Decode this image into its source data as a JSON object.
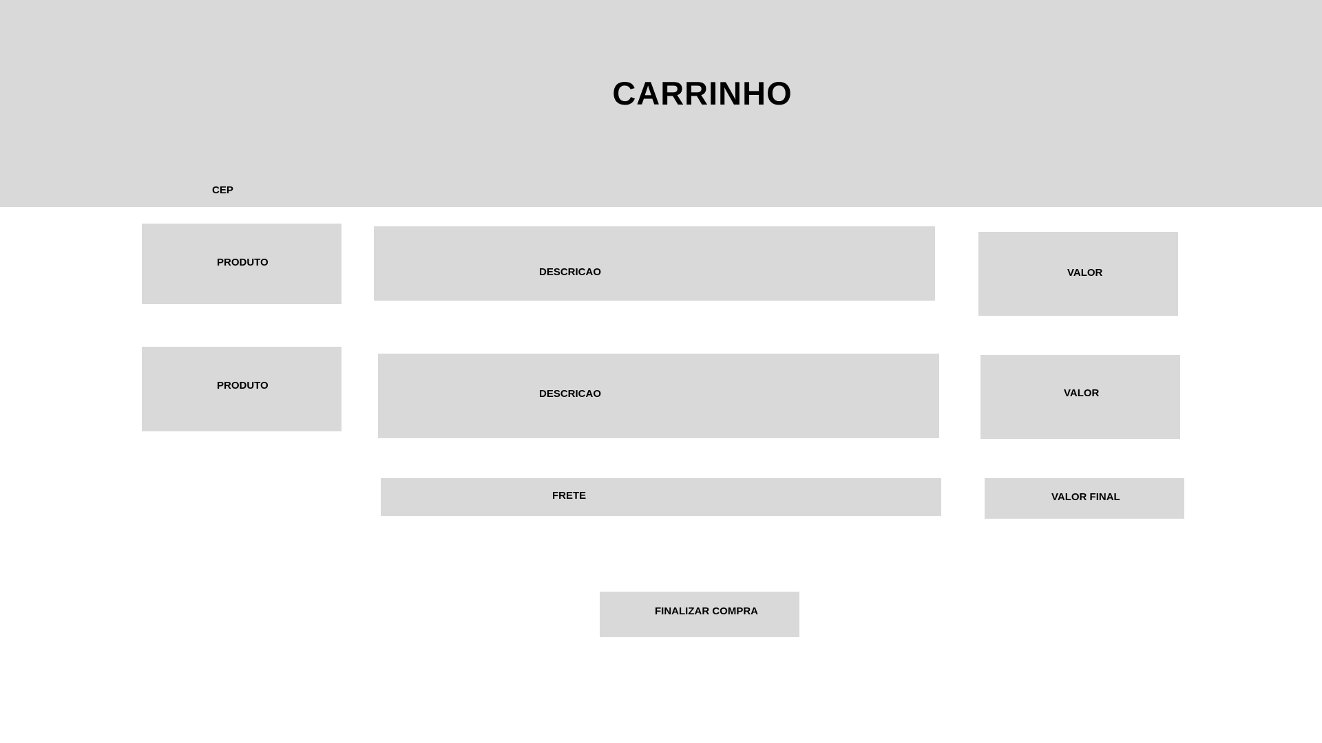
{
  "header": {
    "title": "CARRINHO",
    "cep_label": "CEP"
  },
  "cart": {
    "items": [
      {
        "produto": "PRODUTO",
        "descricao": "DESCRICAO",
        "valor": "VALOR"
      },
      {
        "produto": "PRODUTO",
        "descricao": "DESCRICAO",
        "valor": "VALOR"
      }
    ],
    "frete_label": "FRETE",
    "valor_final_label": "VALOR FINAL"
  },
  "actions": {
    "finalizar_label": "FINALIZAR COMPRA"
  },
  "colors": {
    "panel_gray": "#d9d9d9",
    "background": "#ffffff",
    "text": "#000000"
  }
}
